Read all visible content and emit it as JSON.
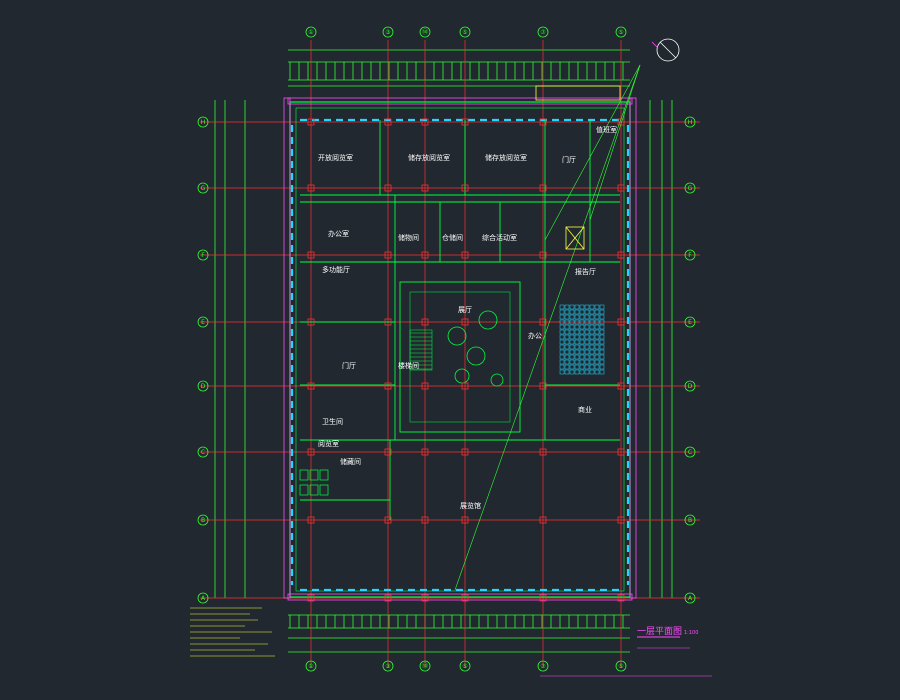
{
  "colors": {
    "background": "#212830",
    "grid": "#ff3030",
    "wall": "#00ff40",
    "dim": "#30ff30",
    "window": "#20d8ff",
    "tag": "#ff4dff",
    "text": "#ffffff",
    "yellow": "#ffff40",
    "column": "#ff3030"
  },
  "axes": {
    "top": [
      {
        "label": "①"
      },
      {
        "label": "③"
      },
      {
        "label": "⑭"
      },
      {
        "label": "⑤"
      },
      {
        "label": "⑦"
      },
      {
        "label": "⑤"
      }
    ],
    "left": [
      {
        "label": "H"
      },
      {
        "label": "G"
      },
      {
        "label": "F"
      },
      {
        "label": "E"
      },
      {
        "label": "D"
      },
      {
        "label": "C"
      },
      {
        "label": "B"
      },
      {
        "label": "A"
      }
    ]
  },
  "rooms": [
    {
      "name": "开放阅览室"
    },
    {
      "name": "储存放阅览室"
    },
    {
      "name": "储存放阅览室"
    },
    {
      "name": "门厅"
    },
    {
      "name": "值班室"
    },
    {
      "name": "办公室"
    },
    {
      "name": "储物间"
    },
    {
      "name": "仓储间"
    },
    {
      "name": "综合活动室"
    },
    {
      "name": "多功能厅"
    },
    {
      "name": "门厅"
    },
    {
      "name": "展厅"
    },
    {
      "name": "办公"
    },
    {
      "name": "报告厅"
    },
    {
      "name": "卫生间"
    },
    {
      "name": "商业"
    },
    {
      "name": "阅览室"
    },
    {
      "name": "楼梯间"
    },
    {
      "name": "储藏间"
    },
    {
      "name": "展览馆"
    }
  ],
  "title": {
    "main": "一层平面图",
    "scale": "1:100"
  }
}
